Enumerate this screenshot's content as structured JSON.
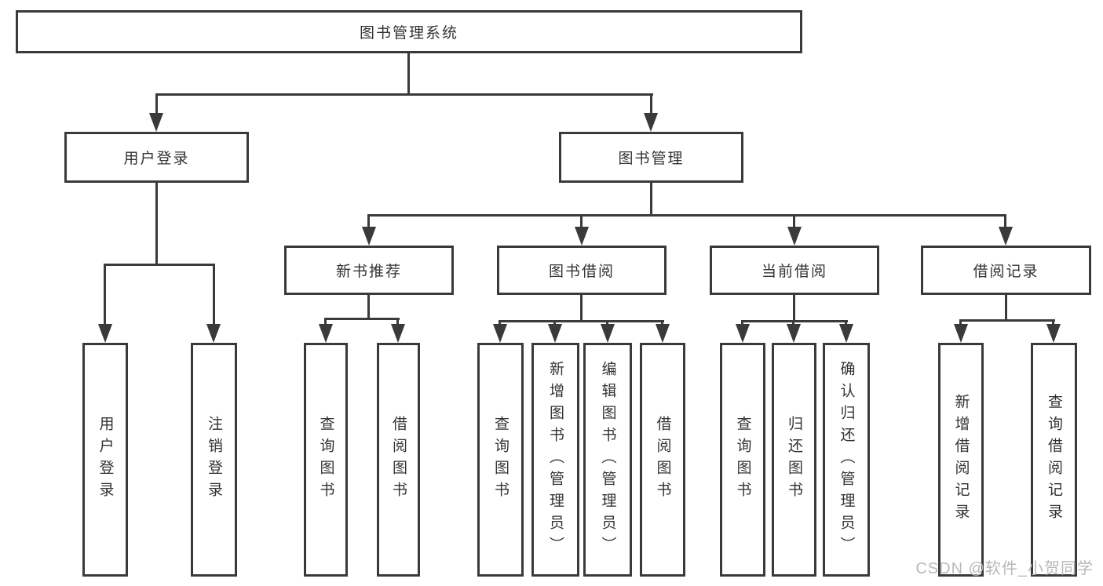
{
  "diagram_title": "图书管理系统",
  "tree": {
    "root": {
      "label": "图书管理系统"
    },
    "branches": [
      {
        "label": "用户登录",
        "children": [
          "用户登录",
          "注销登录"
        ]
      },
      {
        "label": "图书管理",
        "children": [
          {
            "label": "新书推荐",
            "children": [
              "查询图书",
              "借阅图书"
            ]
          },
          {
            "label": "图书借阅",
            "children": [
              "查询图书",
              "新增图书（管理员）",
              "编辑图书（管理员）",
              "借阅图书"
            ]
          },
          {
            "label": "当前借阅",
            "children": [
              "查询图书",
              "归还图书",
              "确认归还（管理员）"
            ]
          },
          {
            "label": "借阅记录",
            "children": [
              "新增借阅记录",
              "查询借阅记录"
            ]
          }
        ]
      }
    ]
  },
  "watermark": {
    "text": "CSDN @软件_小贺同学"
  },
  "colors": {
    "line": "#3a3a3a",
    "box_border": "#3a3a3a",
    "text": "#333333",
    "watermark": "#b9b9b9",
    "background": "#ffffff"
  }
}
